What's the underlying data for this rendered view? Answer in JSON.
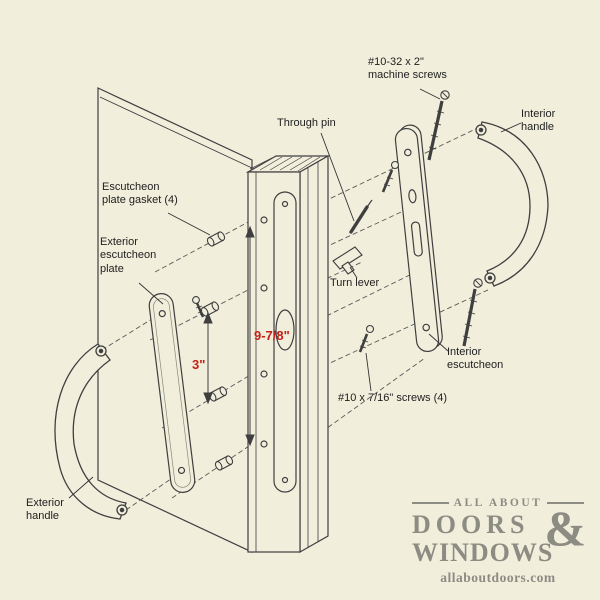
{
  "colors": {
    "background": "#f1eedc",
    "ink": "#3f3f3f",
    "dashed_line": "#5a5a5a",
    "dimension_red": "#c32017",
    "logo_gray": "#8d8c83"
  },
  "labels": {
    "gasket": "Escutcheon\nplate gasket (4)",
    "exterior_escutcheon": "Exterior\nescutcheon\nplate",
    "exterior_handle": "Exterior\nhandle",
    "through_pin": "Through pin",
    "turn_lever": "Turn lever",
    "machine_screws": "#10-32 x 2\"\nmachine screws",
    "interior_handle": "Interior\nhandle",
    "interior_escutcheon": "Interior\nescutcheon",
    "small_screws": "#10 x 7/16\" screws (4)"
  },
  "dimensions": {
    "long": "9-7/8\"",
    "short": "3\""
  },
  "logo": {
    "tagline": "ALL ABOUT",
    "word1": "DOORS",
    "ampersand": "&",
    "word2": "WINDOWS",
    "url": "allaboutdoors.com"
  }
}
